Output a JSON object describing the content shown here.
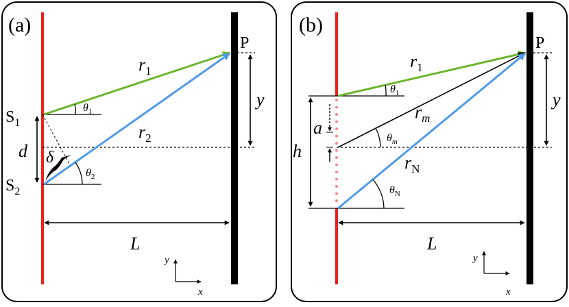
{
  "colors": {
    "slit": "#e8211d",
    "screen": "#000000",
    "ray1": "#6bb52c",
    "ray2": "#4f9be8",
    "dots": "#f28b8b"
  },
  "panel_a": {
    "label": "(a)",
    "P": "P",
    "r1": "r",
    "r1_sub": "1",
    "r2": "r",
    "r2_sub": "2",
    "S1": "S",
    "S1_sub": "1",
    "S2": "S",
    "S2_sub": "2",
    "d": "d",
    "delta": "δ",
    "theta1": "θ",
    "theta1_sub": "1",
    "theta2": "θ",
    "theta2_sub": "2",
    "y": "y",
    "L": "L",
    "axis_x": "x",
    "axis_y": "y"
  },
  "panel_b": {
    "label": "(b)",
    "P": "P",
    "r1": "r",
    "r1_sub": "1",
    "rm": "r",
    "rm_sub": "m",
    "rN": "r",
    "rN_sub": "N",
    "theta1": "θ",
    "theta1_sub": "1",
    "thetam": "θ",
    "thetam_sub": "m",
    "thetaN": "θ",
    "thetaN_sub": "N",
    "a": "a",
    "h": "h",
    "y": "y",
    "L": "L",
    "axis_x": "x",
    "axis_y": "y"
  }
}
